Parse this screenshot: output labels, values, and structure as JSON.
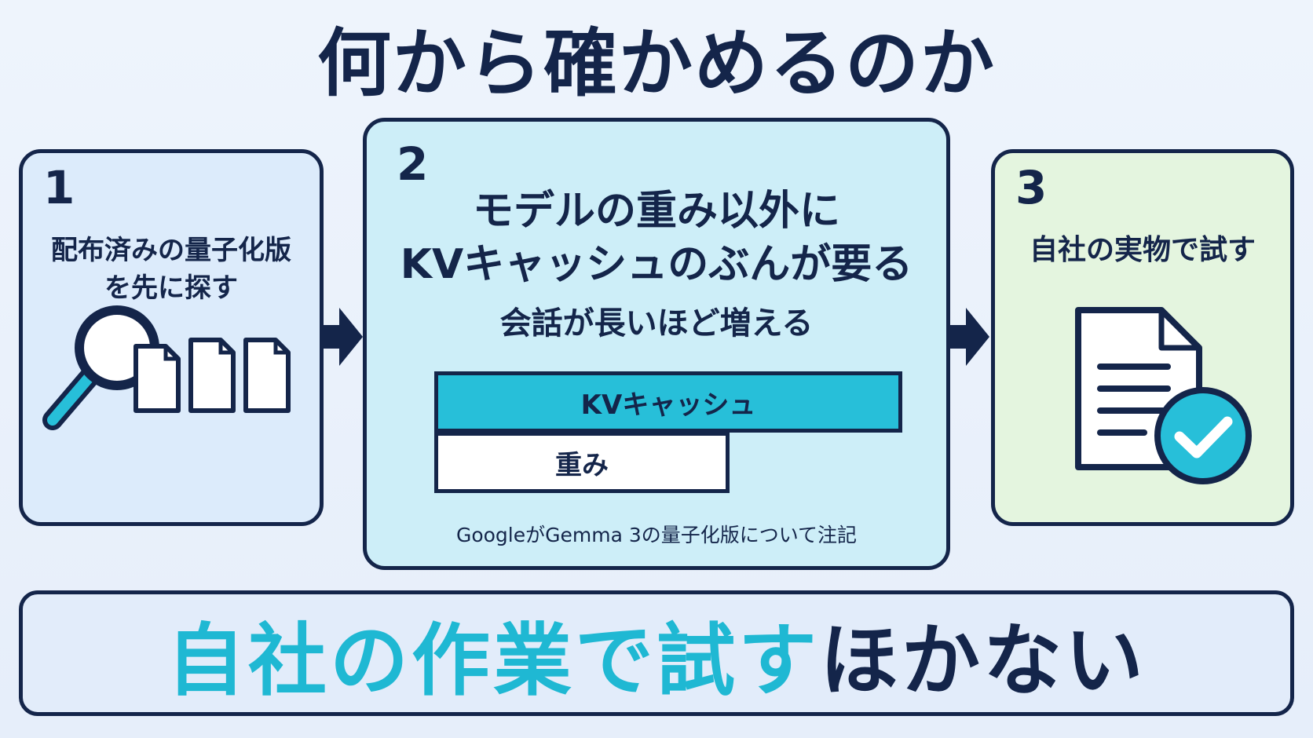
{
  "title": "何から確かめるのか",
  "steps": [
    {
      "number": "1",
      "text_line1": "配布済みの量子化版",
      "text_line2": "を先に探す"
    },
    {
      "number": "2",
      "heading_line1": "モデルの重み以外に",
      "heading_line2": "KVキャッシュのぶんが要る",
      "subheading": "会話が長いほど増える",
      "bars": {
        "kv_label": "KVキャッシュ",
        "weights_label": "重み"
      },
      "note": "GoogleがGemma 3の量子化版について注記"
    },
    {
      "number": "3",
      "text_line1": "自社の実物で試す"
    }
  ],
  "conclusion": {
    "highlight": "自社の作業で試す",
    "rest": "ほかない"
  },
  "colors": {
    "navy": "#14254a",
    "cyan": "#27bfd9",
    "panel1_bg": "#dcebfb",
    "panel2_bg": "#cdeef8",
    "panel3_bg": "#e4f5df"
  },
  "icons": {
    "panel1": [
      "magnifier-icon",
      "document-icon"
    ],
    "panel3": [
      "document-lines-icon",
      "check-circle-icon"
    ],
    "connectors": "arrow-right-icon"
  }
}
